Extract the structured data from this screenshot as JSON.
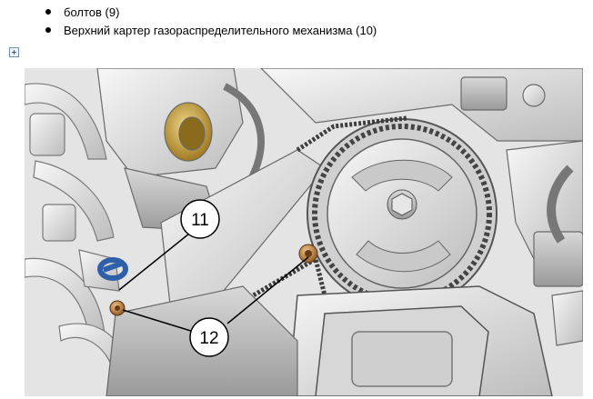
{
  "bullets": [
    "болтов (9)",
    "Верхний картер газораспределительного механизма (10)"
  ],
  "figure": {
    "callouts": [
      {
        "label": "11"
      },
      {
        "label": "12"
      }
    ]
  },
  "colors": {
    "bullet_text": "#000000",
    "background": "#ffffff",
    "callout_fill": "#ffffff",
    "clip_blue": "#2f5fa8",
    "bolt_brown": "#b07a3a",
    "sensor_brass": "#c7a24a"
  },
  "icons": {
    "expand": "expand-plus-icon"
  }
}
